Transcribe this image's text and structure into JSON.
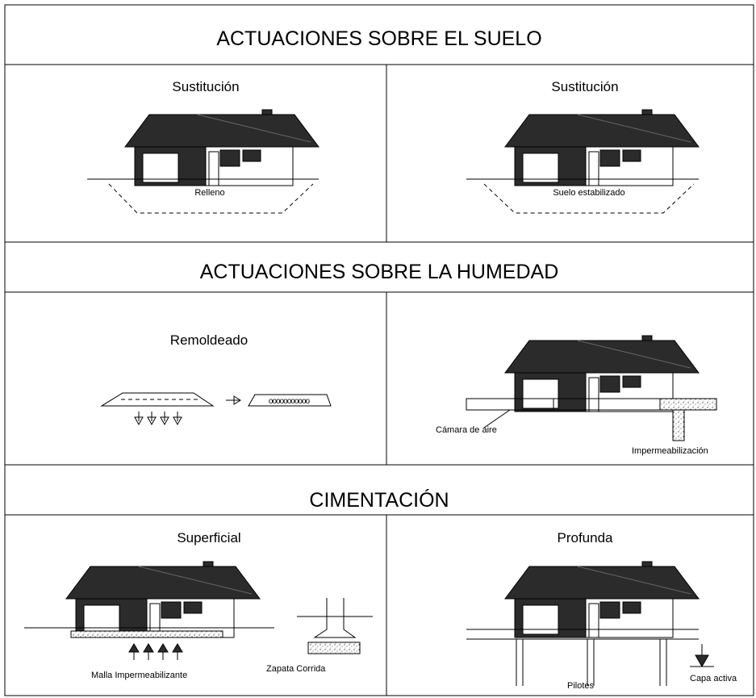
{
  "sections": [
    {
      "title": "ACTUACIONES SOBRE EL SUELO",
      "panels": [
        {
          "heading": "Sustitución",
          "labels": [
            "Relleno"
          ]
        },
        {
          "heading": "Sustitución",
          "labels": [
            "Suelo estabilizado"
          ]
        }
      ]
    },
    {
      "title": "ACTUACIONES SOBRE LA HUMEDAD",
      "panels": [
        {
          "heading": "Remoldeado",
          "labels": []
        },
        {
          "heading": "",
          "labels": [
            "Cámara de aire",
            "Impermeabilización"
          ]
        }
      ]
    },
    {
      "title": "CIMENTACIÓN",
      "panels": [
        {
          "heading": "Superficial",
          "labels": [
            "Malla Impermeabilizante",
            "Zapata Corrida"
          ]
        },
        {
          "heading": "Profunda",
          "labels": [
            "Pilotes",
            "Capa activa"
          ]
        }
      ]
    }
  ],
  "colors": {
    "ink": "#000000",
    "roof": "#2b2b2b",
    "paper": "#ffffff"
  }
}
